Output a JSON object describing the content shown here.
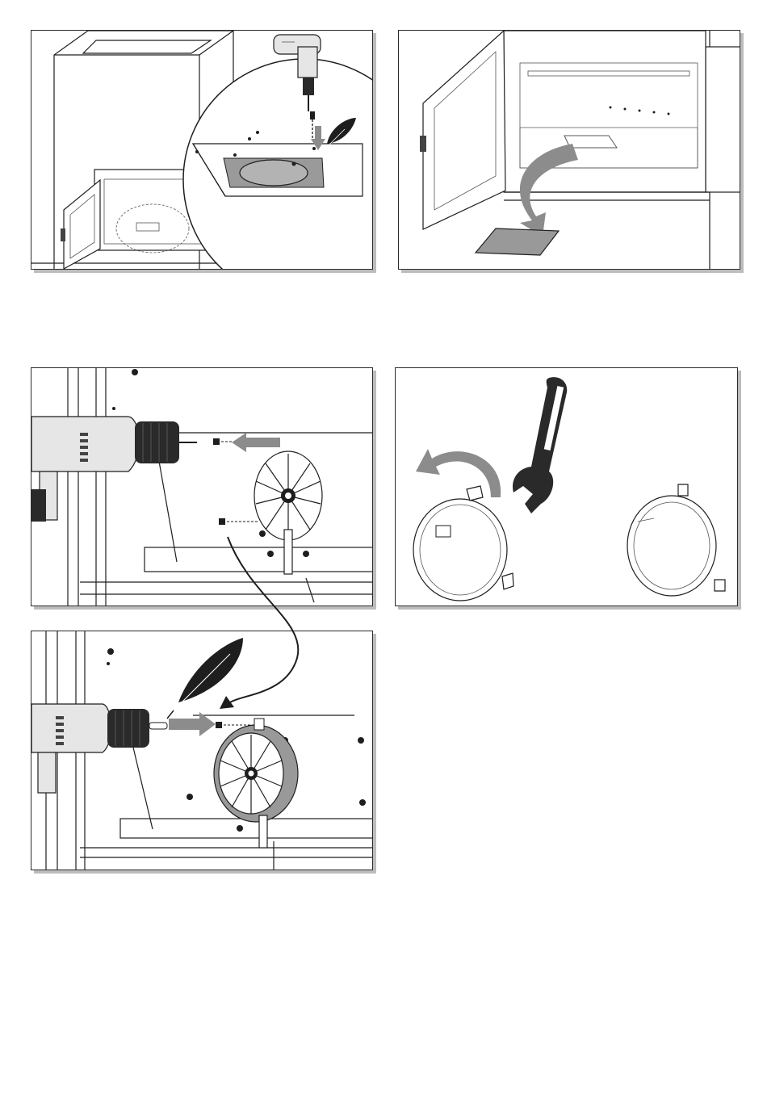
{
  "document": {
    "kind": "assembly-instructions",
    "steps": [
      {
        "id": "panel-1",
        "icons": [
          "drill-icon",
          "feather-icon",
          "screw-icon",
          "down-arrow-icon"
        ]
      },
      {
        "id": "panel-2",
        "icons": [
          "curved-arrow-icon",
          "plate-icon"
        ]
      },
      {
        "id": "panel-3",
        "icons": [
          "drill-icon",
          "left-arrow-icon",
          "fan-wheel-icon"
        ]
      },
      {
        "id": "panel-4",
        "icons": [
          "wrench-icon",
          "curved-arrow-icon",
          "collar-ring-icon"
        ]
      },
      {
        "id": "panel-5",
        "icons": [
          "drill-icon",
          "feather-icon",
          "right-arrow-icon",
          "fan-wheel-icon"
        ]
      }
    ],
    "colors": {
      "line": "#1e1e1e",
      "arrow_gray": "#8c8c8c",
      "plate_gray": "#999999",
      "drill_body": "#e6e6e6",
      "drill_chuck": "#2a2a2a",
      "shadow": "#bdbdbd"
    }
  }
}
